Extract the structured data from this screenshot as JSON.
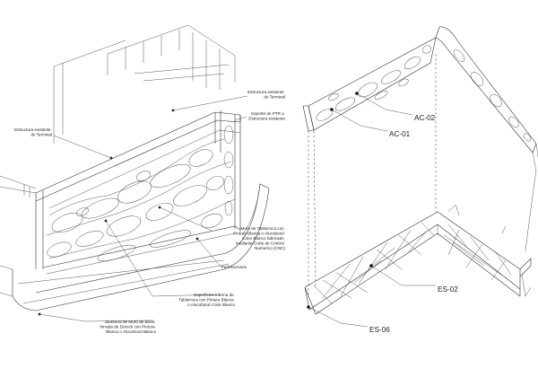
{
  "annotations_left": [
    {
      "lines": [
        "Estructura existente",
        "de Terminal"
      ]
    },
    {
      "lines": [
        "Estructura existente",
        "de Terminal"
      ]
    },
    {
      "lines": [
        "Soporte de PTR a",
        "Estructura existente"
      ]
    },
    {
      "lines": [
        "Muro de Tablarroca con",
        "Pintura Blanca o Alucobond",
        "Color Blanco fabricado",
        "mediante Corte de Control",
        "Numerico (CNC)"
      ]
    },
    {
      "lines": [
        "Perforaciones"
      ]
    },
    {
      "lines": [
        "Superficies Interna de",
        "Tablarroca con Pintura Blanca",
        "o Alucobond Color Blanco"
      ]
    },
    {
      "lines": [
        "Jardinera de Muro de Block",
        "forrada de Durock con Pintura",
        "Blanca o Alucobond  Blanco"
      ]
    }
  ],
  "annotations_right": [
    "AC-02",
    "AC-01",
    "ES-02",
    "ES-06"
  ],
  "colors": {
    "line": "#333333",
    "background": "#ffffff"
  }
}
